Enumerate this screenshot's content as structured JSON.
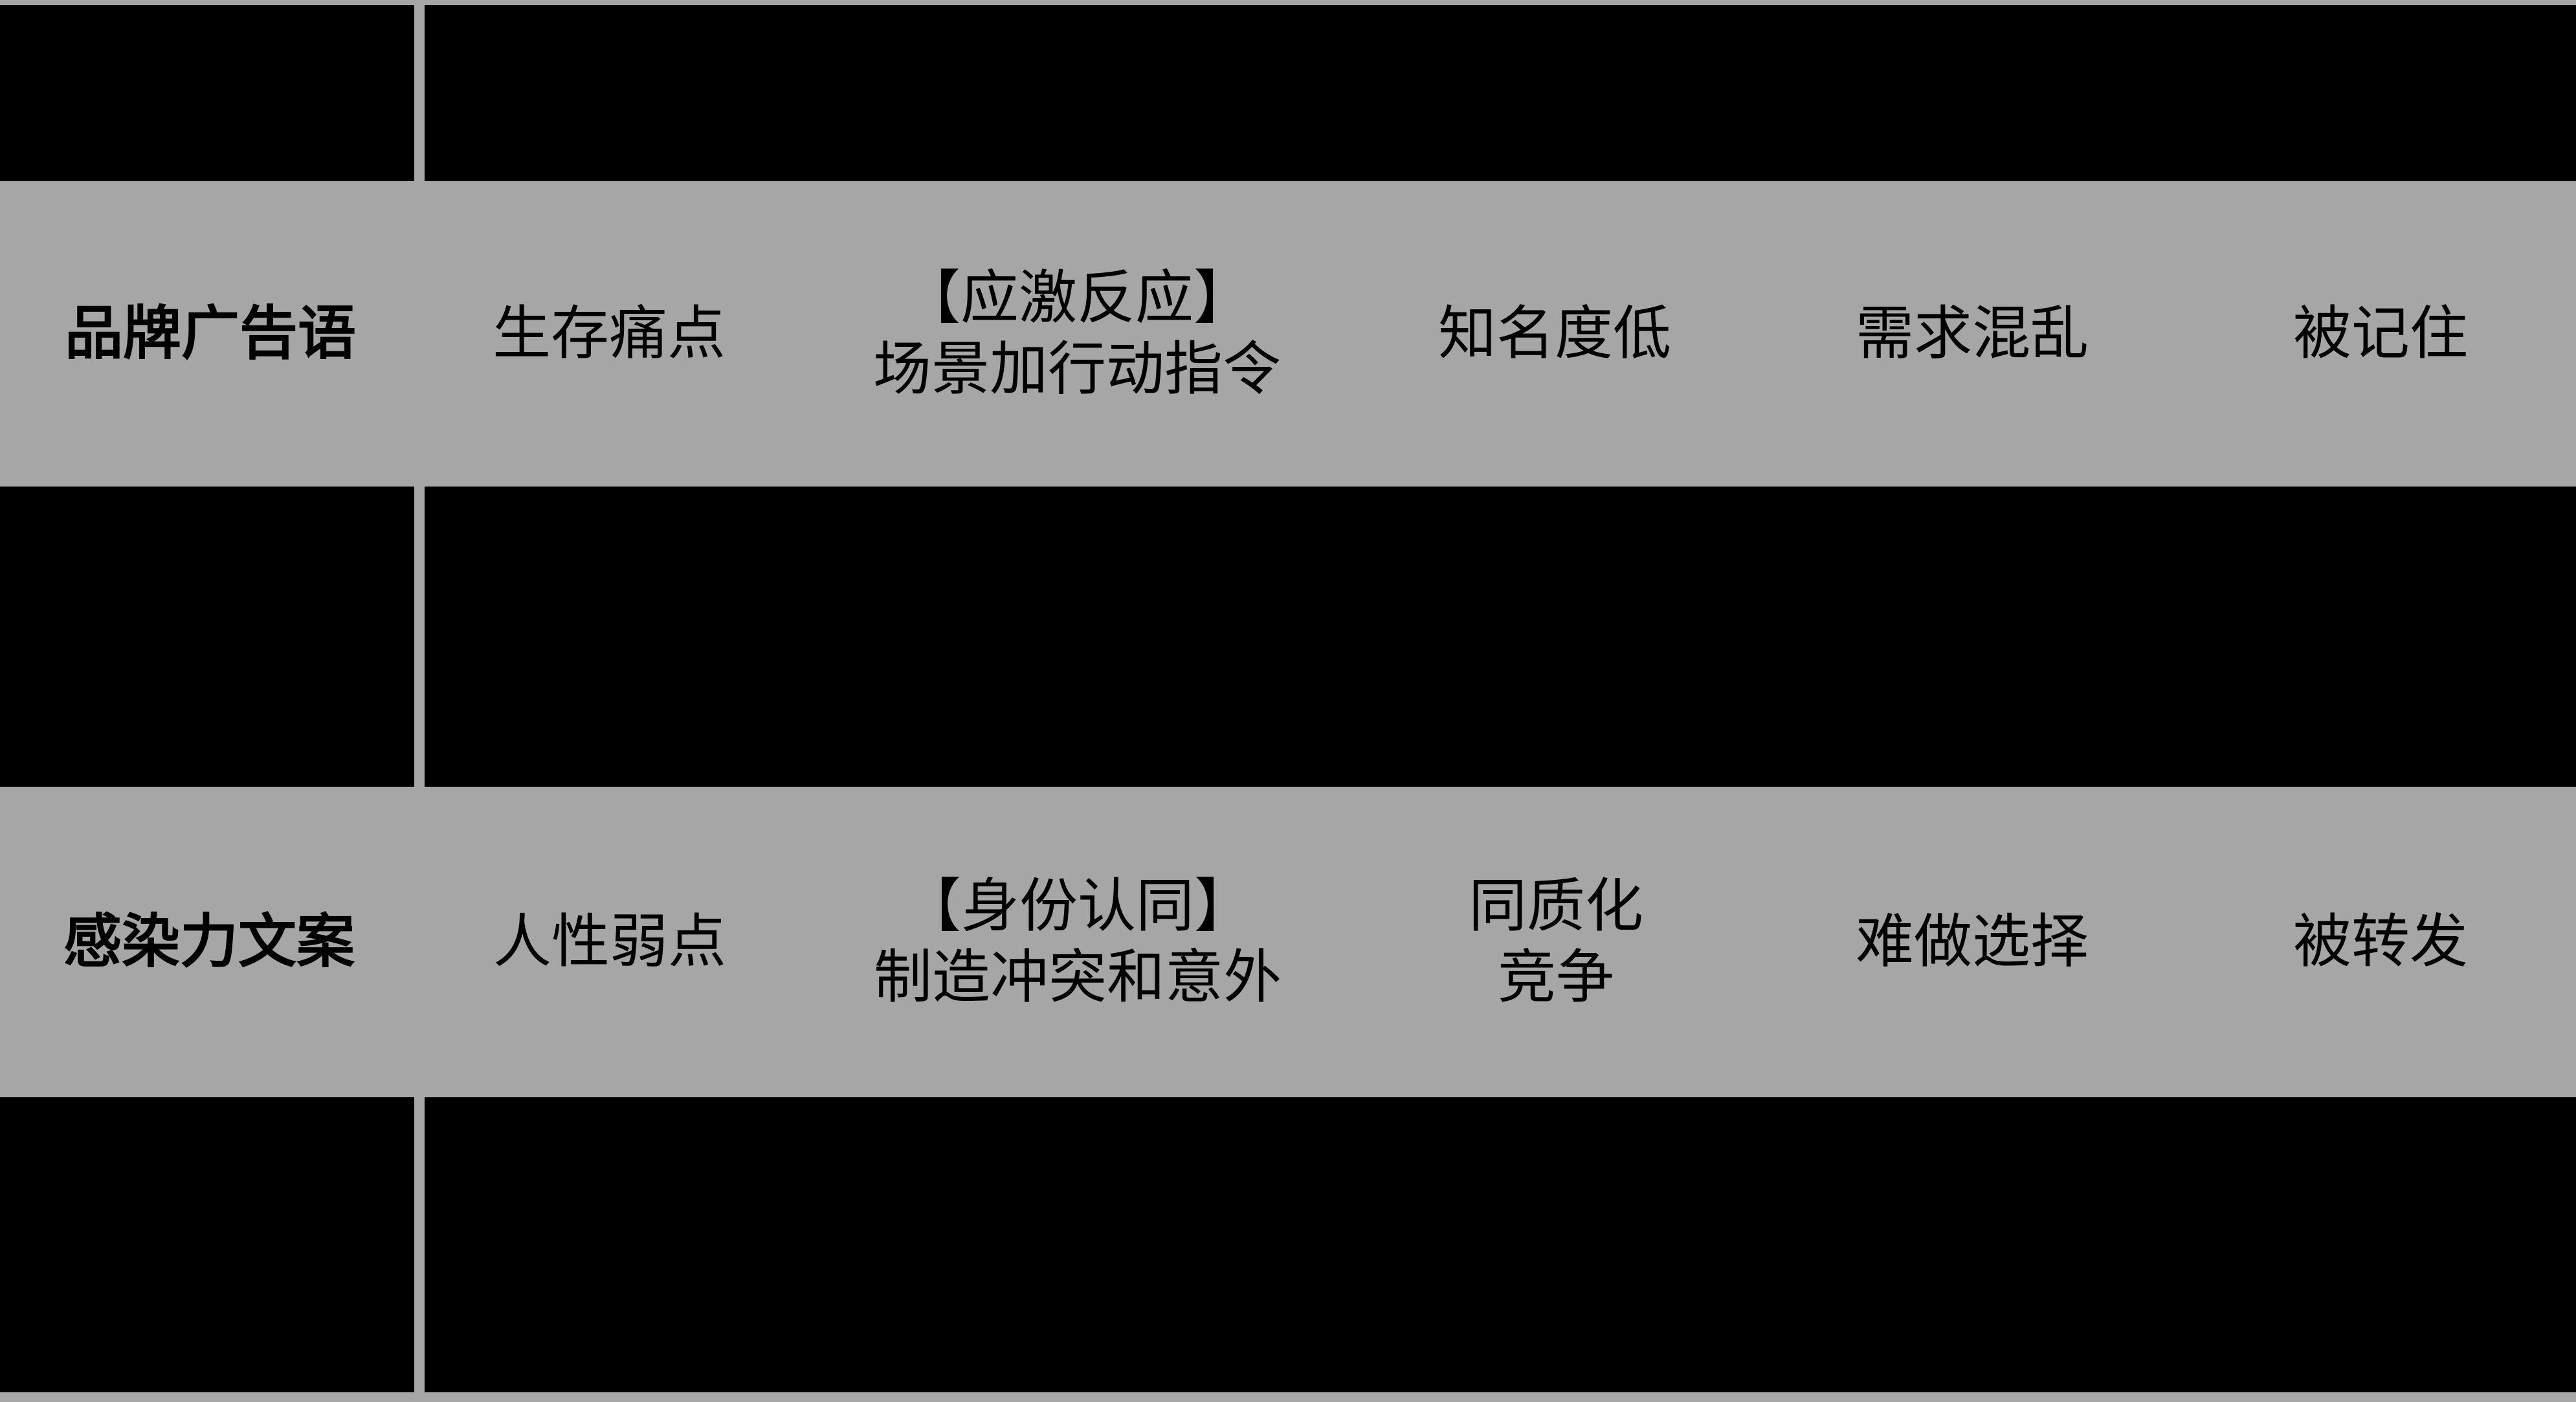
{
  "colors": {
    "background": "#a6a6a6",
    "block": "#000000",
    "text": "#000000"
  },
  "rows": [
    {
      "label": "品牌广告语",
      "cells": [
        {
          "lines": [
            "生存痛点"
          ]
        },
        {
          "lines": [
            "【应激反应】",
            "场景加行动指令"
          ]
        },
        {
          "lines": [
            "知名度低"
          ]
        },
        {
          "lines": [
            "需求混乱"
          ]
        },
        {
          "lines": [
            "被记住"
          ]
        }
      ]
    },
    {
      "label": "感染力文案",
      "cells": [
        {
          "lines": [
            "人性弱点"
          ]
        },
        {
          "lines": [
            "【身份认同】",
            "制造冲突和意外"
          ]
        },
        {
          "lines": [
            "同质化",
            "竞争"
          ]
        },
        {
          "lines": [
            "难做选择"
          ]
        },
        {
          "lines": [
            "被转发"
          ]
        }
      ]
    }
  ]
}
